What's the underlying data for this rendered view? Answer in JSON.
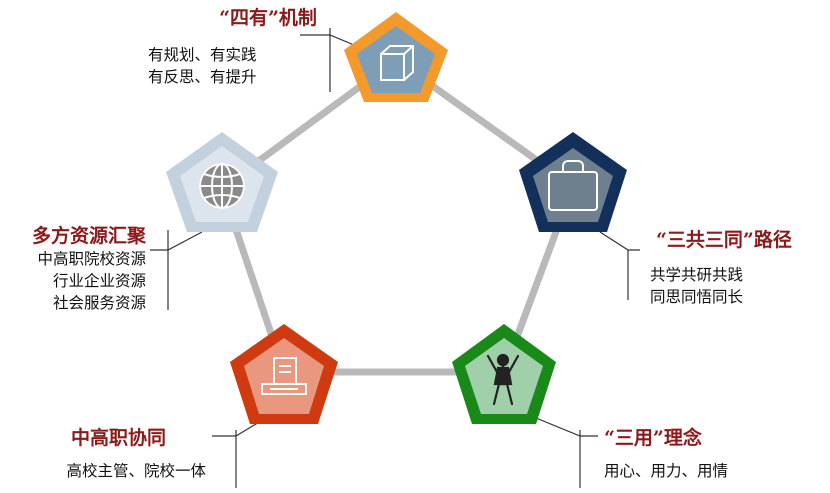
{
  "nodes": [
    {
      "id": "top",
      "title": "“四有”机制",
      "lines": [
        "有规划、有实践",
        "有反思、有提升"
      ],
      "icon": "cube-icon",
      "fill": "#7E9DB6",
      "border": "#F39A2D"
    },
    {
      "id": "right",
      "title": "“三共三同”路径",
      "lines": [
        "共学共研共践",
        "同思同悟同长"
      ],
      "icon": "briefcase-icon",
      "fill": "#6E7F8E",
      "border": "#12305A"
    },
    {
      "id": "bottom-right",
      "title": "“三用”理念",
      "lines": [
        "用心、用力、用情"
      ],
      "icon": "person-icon",
      "fill": "#9FD0A9",
      "border": "#198A1A"
    },
    {
      "id": "bottom-left",
      "title": "中高职协同",
      "lines": [
        "高校主管、院校一体"
      ],
      "icon": "printer-icon",
      "fill": "#E9977E",
      "border": "#CF3A10"
    },
    {
      "id": "left",
      "title": "多方资源汇聚",
      "lines": [
        "中高职院校资源",
        "行业企业资源",
        "社会服务资源"
      ],
      "icon": "globe-icon",
      "fill": "#DCE4EE",
      "border": "#C3D0DE"
    }
  ],
  "colors": {
    "connector": "#B9B9B9",
    "title": "#8B1A1A",
    "leader": "#333333"
  }
}
